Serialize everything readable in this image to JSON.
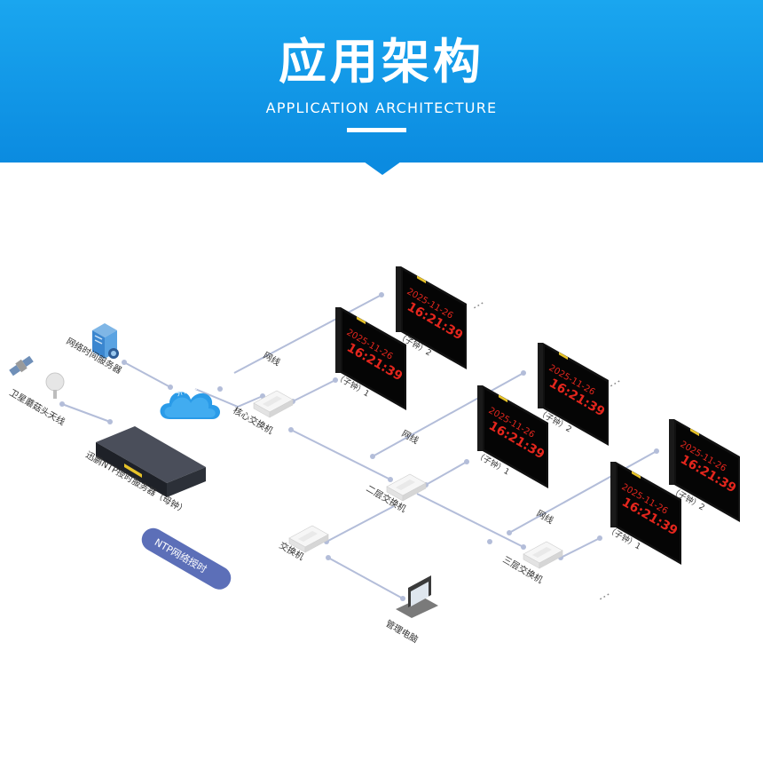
{
  "header": {
    "title": "应用架构",
    "subtitle": "APPLICATION ARCHITECTURE"
  },
  "colors": {
    "banner": "#0b8be0",
    "line": "#b3bdd9",
    "clock_digits": "#e4261d",
    "badge": "#5c6fb8"
  },
  "nodes": {
    "time_server": "网络时间服务器",
    "antenna": "卫星蘑菇头天线",
    "cloud": "外网或局域网",
    "ntp_server": "迅鹏NTP授时服务器（母钟）",
    "core_switch": "核心交换机",
    "l2_switch": "二层交换机",
    "l3_switch": "三层交换机",
    "switch": "交换机",
    "pc": "管理电脑",
    "badge": "NTP网络授时"
  },
  "labels": {
    "cable": "网线",
    "clock1": "（子钟）1",
    "clock2": "（子钟）2",
    "ellipsis": "⋮"
  },
  "clock": {
    "date": "2025-11-26",
    "time": "16:21:39"
  }
}
